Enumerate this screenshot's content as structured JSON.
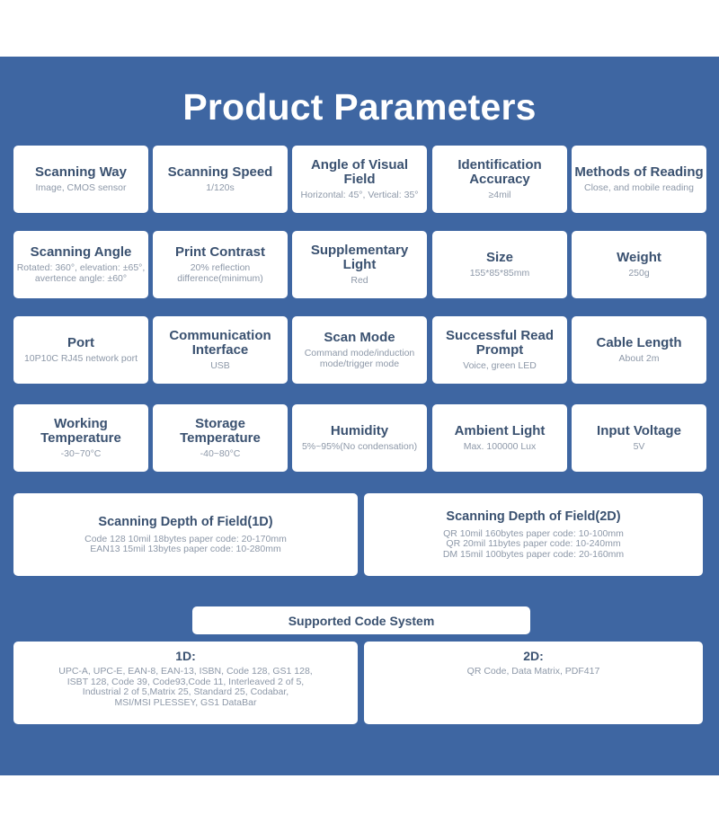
{
  "title": "Product Parameters",
  "rows": [
    [
      {
        "h": "Scanning Way",
        "v": "Image, CMOS sensor"
      },
      {
        "h": "Scanning Speed",
        "v": "1/120s"
      },
      {
        "h": "Angle of Visual Field",
        "v": "Horizontal: 45°, Vertical: 35°"
      },
      {
        "h": "Identification Accuracy",
        "v": "≥4mil"
      },
      {
        "h": "Methods of Reading",
        "v": "Close, and mobile reading"
      }
    ],
    [
      {
        "h": "Scanning Angle",
        "v": "Rotated: 360°, elevation: ±65°, avertence angle: ±60°"
      },
      {
        "h": "Print Contrast",
        "v": "20% reflection difference(minimum)"
      },
      {
        "h": "Supplementary Light",
        "v": "Red"
      },
      {
        "h": "Size",
        "v": "155*85*85mm"
      },
      {
        "h": "Weight",
        "v": "250g"
      }
    ],
    [
      {
        "h": "Port",
        "v": "10P10C RJ45 network port"
      },
      {
        "h": "Communication Interface",
        "v": "USB"
      },
      {
        "h": "Scan Mode",
        "v": "Command mode/induction mode/trigger mode"
      },
      {
        "h": "Successful Read Prompt",
        "v": "Voice, green LED"
      },
      {
        "h": "Cable Length",
        "v": "About 2m"
      }
    ],
    [
      {
        "h": "Working Temperature",
        "v": "-30~70°C"
      },
      {
        "h": "Storage Temperature",
        "v": "-40~80°C"
      },
      {
        "h": "Humidity",
        "v": "5%~95%(No condensation)"
      },
      {
        "h": "Ambient Light",
        "v": "Max. 100000 Lux"
      },
      {
        "h": "Input Voltage",
        "v": "5V"
      }
    ]
  ],
  "depth1d": {
    "h": "Scanning Depth of Field(1D)",
    "lines": [
      "Code 128 10mil 18bytes paper code: 20-170mm",
      "EAN13 15mil 13bytes paper code: 10-280mm"
    ]
  },
  "depth2d": {
    "h": "Scanning Depth of Field(2D)",
    "lines": [
      "QR 10mil 160bytes paper code: 10-100mm",
      "QR 20mil 11bytes paper code: 10-240mm",
      "DM 15mil 100bytes paper code: 20-160mm"
    ]
  },
  "supported": "Supported Code System",
  "code1d": {
    "h": "1D:",
    "lines": [
      "UPC-A, UPC-E, EAN-8, EAN-13, ISBN, Code 128, GS1 128,",
      "ISBT 128, Code 39, Code93,Code 11, Interleaved 2 of 5,",
      "Industrial 2 of 5,Matrix 25, Standard 25, Codabar,",
      "MSI/MSI PLESSEY, GS1 DataBar"
    ]
  },
  "code2d": {
    "h": "2D:",
    "lines": [
      "QR Code, Data Matrix, PDF417"
    ]
  }
}
